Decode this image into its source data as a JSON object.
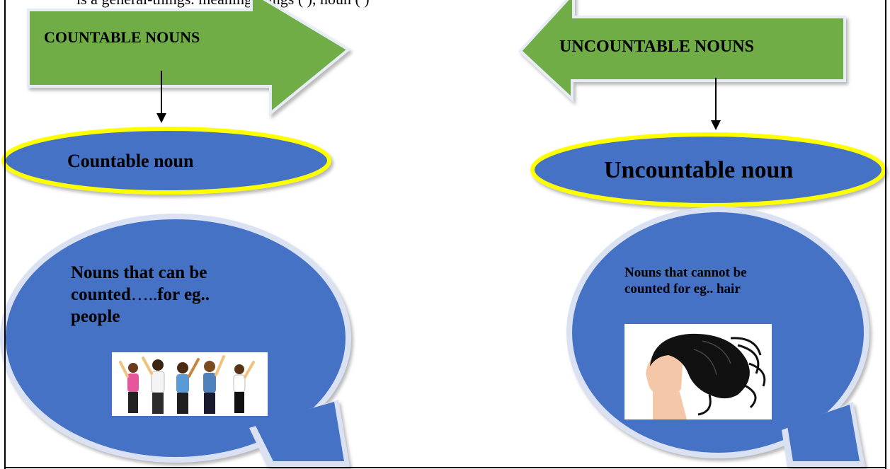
{
  "top_text": "is a general-things. · meaning things (                     ), noun (                        )",
  "left": {
    "arrow_label": "COUNTABLE NOUNS",
    "ellipse_label": "Countable noun",
    "bubble_bold": "Nouns that can be counted",
    "bubble_dots": "…..",
    "bubble_rest": "for eg.. people",
    "picture": "group-of-people"
  },
  "right": {
    "arrow_label": "UNCOUNTABLE NOUNS",
    "ellipse_label": "Uncountable noun",
    "bubble_text": "Nouns that cannot be counted for eg.. hair",
    "picture": "woman-hair"
  },
  "colors": {
    "arrow_fill": "#70ad47",
    "ellipse_fill": "#4472c4",
    "ellipse_border": "#ffff00",
    "bubble_fill": "#4472c4",
    "bubble_edge": "#d9e1f2"
  }
}
